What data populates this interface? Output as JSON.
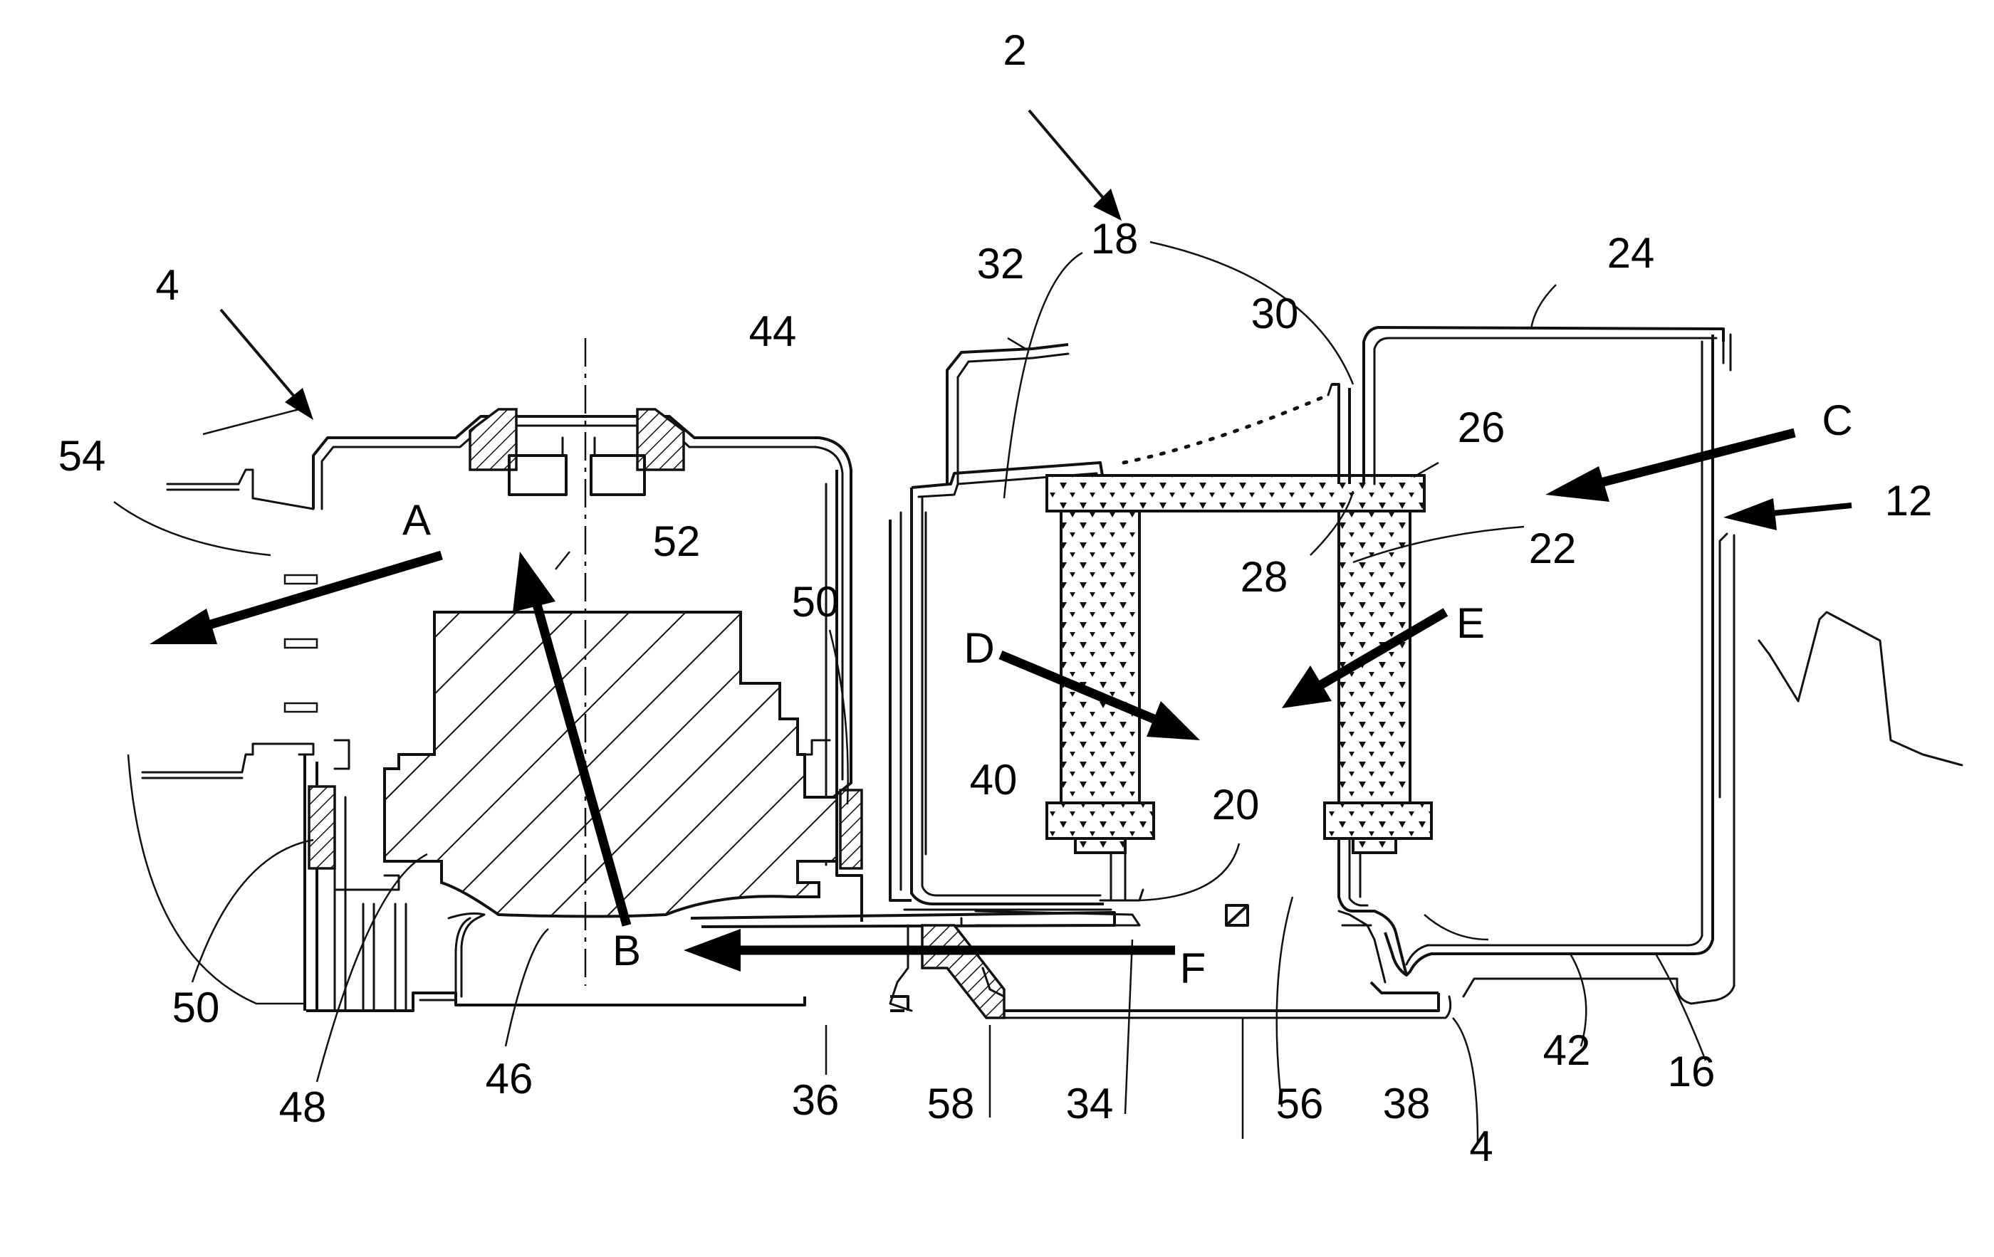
{
  "figure": {
    "reference_labels": {
      "n2": "2",
      "n4_left": "4",
      "n4_bottom": "4",
      "n12": "12",
      "n16": "16",
      "n18": "18",
      "n20": "20",
      "n22": "22",
      "n24": "24",
      "n26": "26",
      "n28": "28",
      "n30": "30",
      "n32": "32",
      "n34": "34",
      "n36": "36",
      "n38": "38",
      "n40": "40",
      "n42": "42",
      "n44": "44",
      "n46": "46",
      "n48": "48",
      "n50_right": "50",
      "n50_left": "50",
      "n52": "52",
      "n54": "54",
      "n56": "56",
      "n58": "58"
    },
    "flow_labels": {
      "A": "A",
      "B": "B",
      "C": "C",
      "D": "D",
      "E": "E",
      "F": "F"
    }
  }
}
